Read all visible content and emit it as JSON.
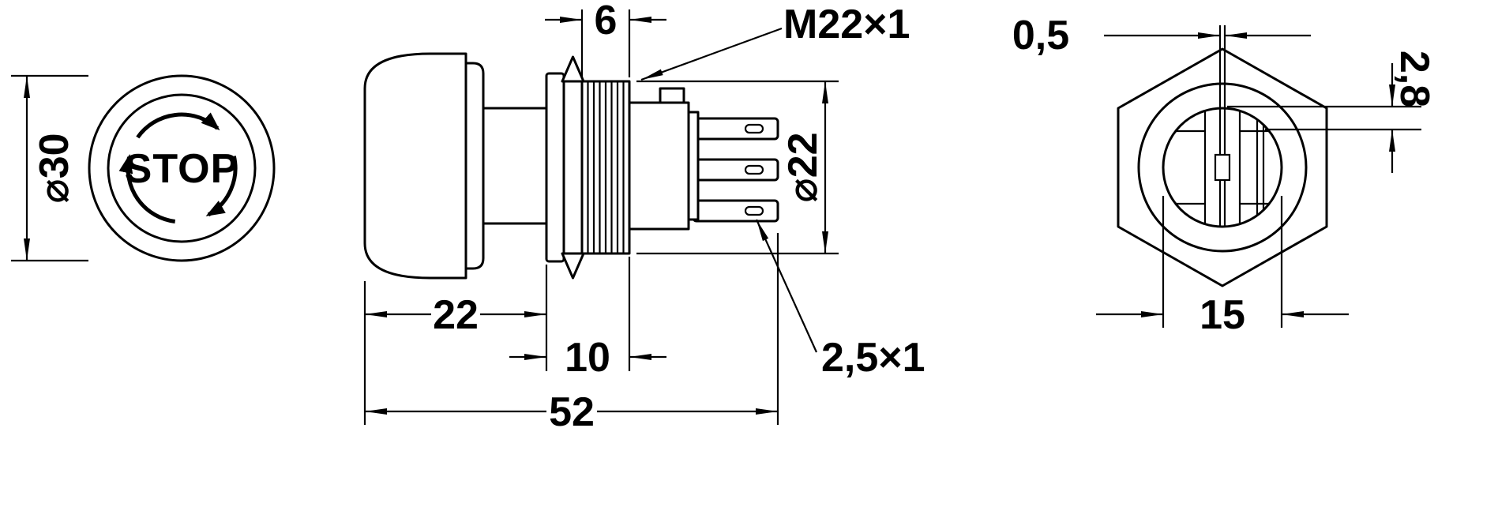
{
  "title": "Emergency stop button dimensional drawing",
  "front": {
    "button_label": "STOP",
    "diameter_label": "⌀30"
  },
  "side": {
    "thread_length_label": "6",
    "thread_spec": "M22×1",
    "thread_diameter_label": "⌀22",
    "cap_length_label": "22",
    "bushing_length_label": "10",
    "overall_length_label": "52",
    "terminal_spec": "2,5×1"
  },
  "rear": {
    "slot_width_label": "0,5",
    "terminal_thickness_label": "2,8",
    "recess_width_label": "15"
  },
  "colors": {
    "line": "#000000",
    "background": "#ffffff"
  }
}
